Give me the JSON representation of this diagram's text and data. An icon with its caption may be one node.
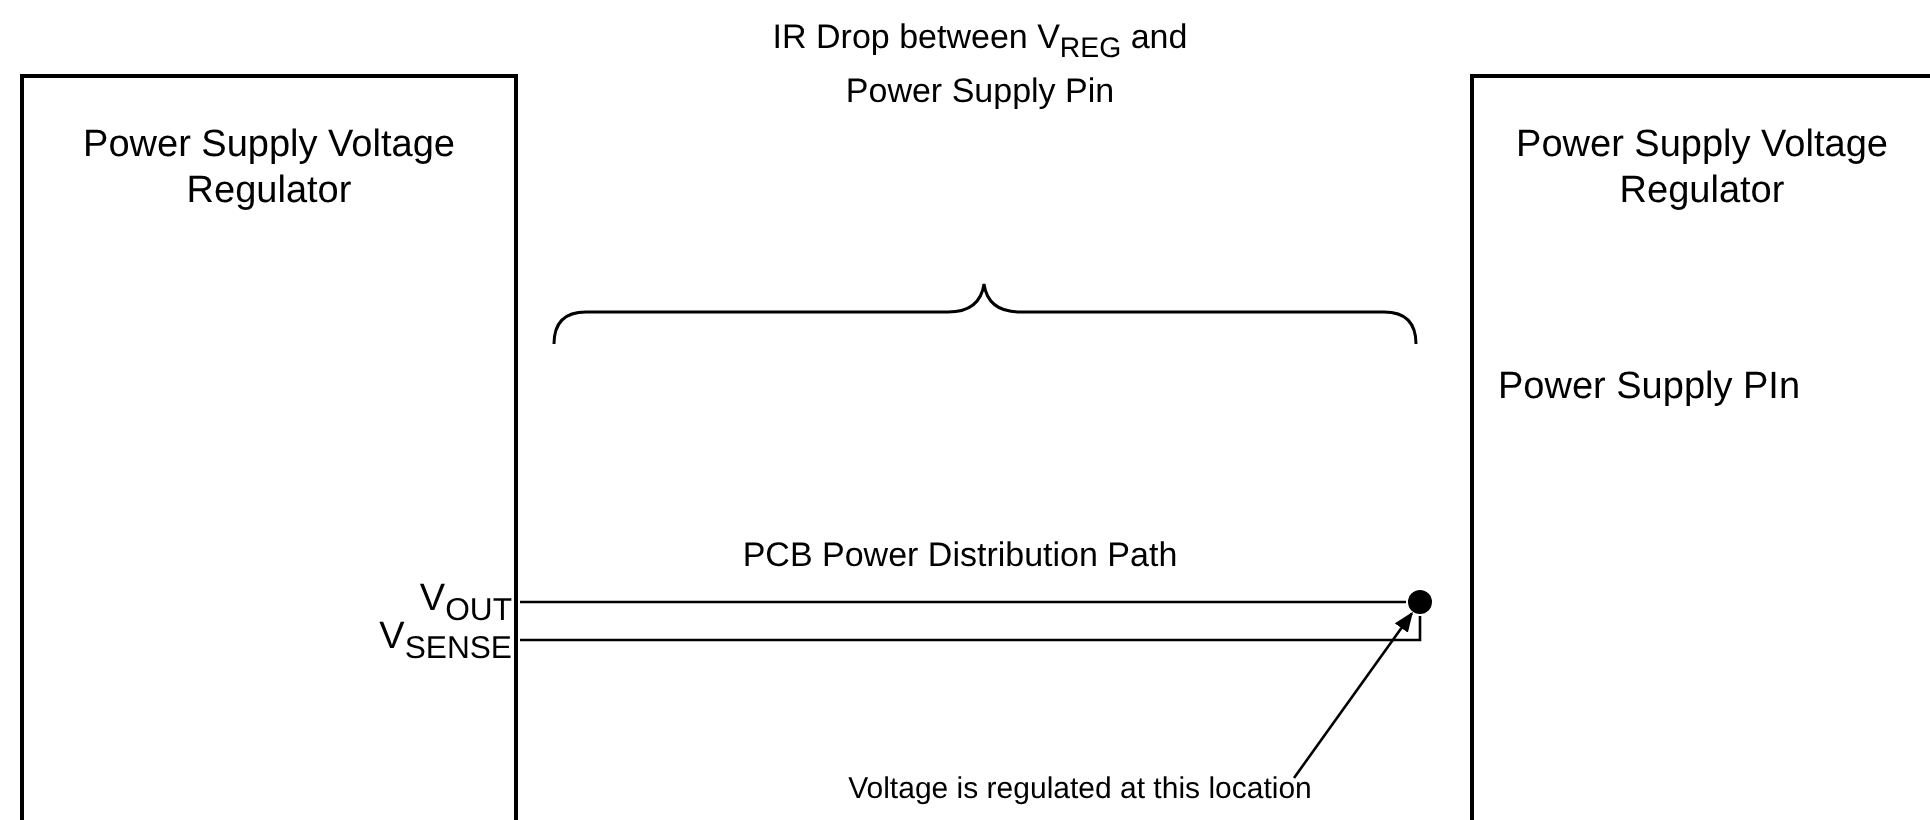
{
  "diagram": {
    "nodes": [
      {
        "text": [
          "Power Supply Voltage Regulator"
        ]
      },
      {
        "text": [
          "Power Supply Voltage Regulator",
          "Power Supply PIn"
        ]
      },
      {
        "text": [],
        "shape": "circle"
      },
      {
        "text": [
          "Voltage is regulated at this location"
        ]
      }
    ],
    "edges": [
      {
        "from": 0,
        "to": 2,
        "arrow": "none",
        "label": "PCB Power Distribution Path"
      },
      {
        "from": 0,
        "to": 2,
        "arrow": "none"
      },
      {
        "from": 3,
        "to": 2,
        "arrow": "to"
      }
    ],
    "labels": [
      "IR Drop between V$_{REG}$ and Power Supply Pin",
      "V$_{OUT}$",
      "V$_{SENSE}$"
    ]
  }
}
